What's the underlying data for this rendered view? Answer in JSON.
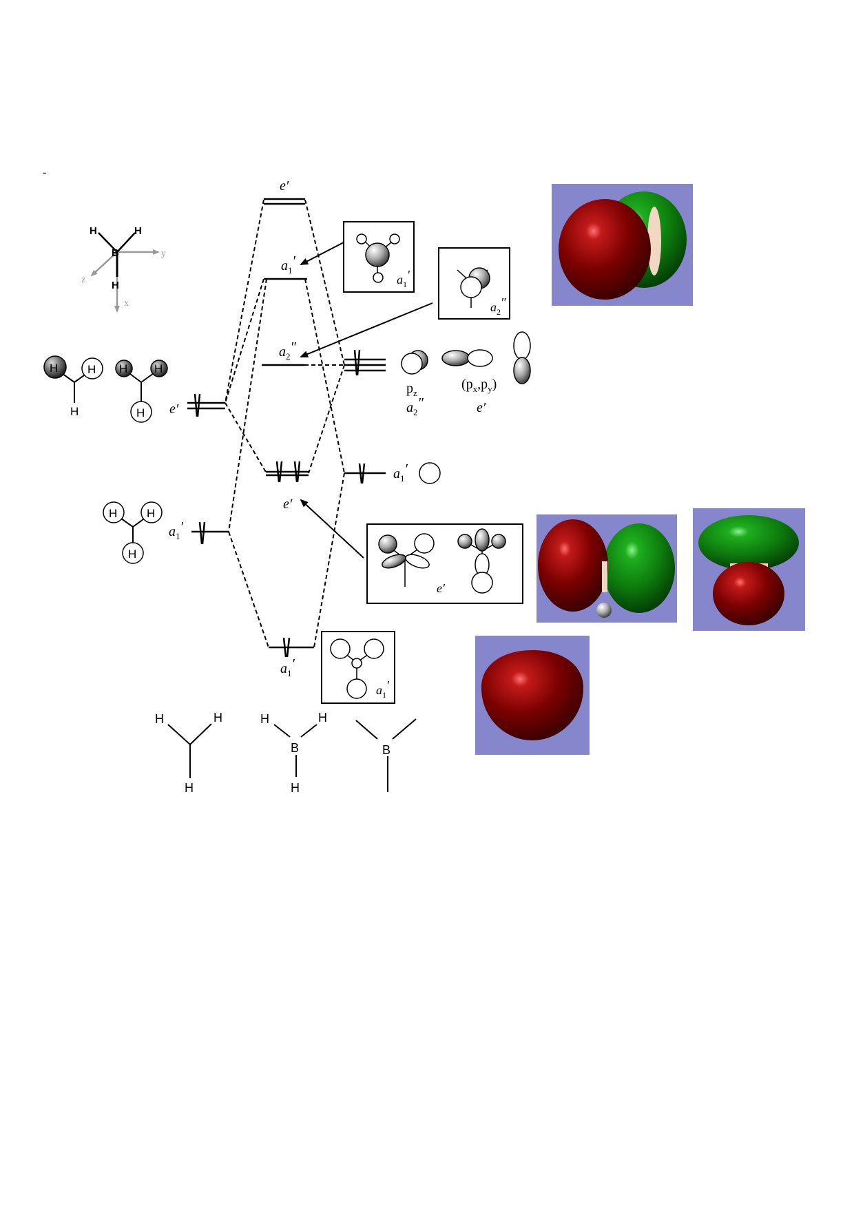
{
  "page": {
    "mark": "-"
  },
  "axes": {
    "y": "y",
    "z": "z",
    "x": "x"
  },
  "atoms": {
    "B": "B",
    "H": "H"
  },
  "levels": {
    "top_e": {
      "label": "e",
      "prime": "′"
    },
    "a1_antibonding": {
      "label": "a",
      "sub": "1",
      "prime": "′"
    },
    "a2_nonbonding": {
      "label": "a",
      "sub": "2",
      "prime": "″"
    },
    "e_bonding": {
      "label": "e",
      "prime": "′"
    },
    "a1_bonding": {
      "label": "a",
      "sub": "1",
      "prime": "′"
    },
    "h3_e": {
      "label": "e",
      "prime": "′"
    },
    "h3_a1": {
      "label": "a",
      "sub": "1",
      "prime": "′"
    },
    "b_a1": {
      "label": "a",
      "sub": "1",
      "prime": "′"
    }
  },
  "boron_orbitals": {
    "pz": {
      "label": "p",
      "sub": "z"
    },
    "pz_sym": {
      "label": "a",
      "sub": "2",
      "prime": "″"
    },
    "pxy": {
      "open": "(p",
      "x": "x",
      "sep": ",p",
      "y": "y",
      "close": ")"
    },
    "pxy_sym": {
      "label": "e",
      "prime": "′"
    }
  },
  "boxes": {
    "box_a1_top": {
      "label": "a",
      "sub": "1",
      "prime": "′"
    },
    "box_a2": {
      "label": "a",
      "sub": "2",
      "prime": "″"
    },
    "box_e": {
      "label": "e",
      "prime": "′"
    },
    "box_a1_bottom": {
      "label": "a",
      "sub": "1",
      "prime": "′"
    }
  },
  "colors": {
    "lobe_red": "#7a0000",
    "lobe_green": "#0d7a0d",
    "render_bg": "#8686cc",
    "axis_gray": "#999999"
  }
}
